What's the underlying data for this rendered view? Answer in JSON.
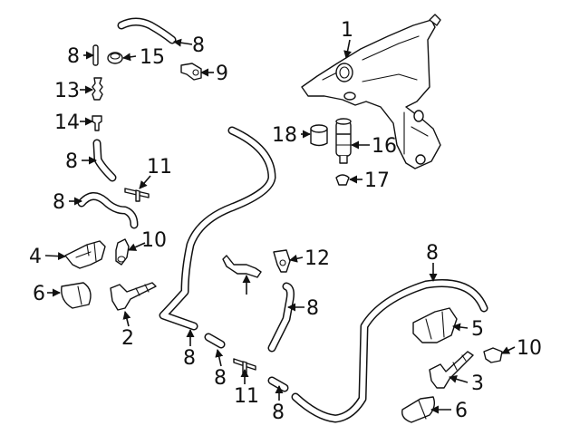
{
  "callouts": {
    "c1": "1",
    "c2": "2",
    "c3": "3",
    "c4": "4",
    "c5": "5",
    "c6": "6",
    "c6b": "6",
    "c8a": "8",
    "c8b": "8",
    "c8c": "8",
    "c8d": "8",
    "c8e": "8",
    "c8f": "8",
    "c8g": "8",
    "c8h": "8",
    "c8i": "8",
    "c9": "9",
    "c10a": "10",
    "c10b": "10",
    "c11a": "11",
    "c11b": "11",
    "c12": "12",
    "c13": "13",
    "c14": "14",
    "c15": "15",
    "c16": "16",
    "c17": "17",
    "c18": "18"
  },
  "colors": {
    "line": "#111111",
    "background": "#ffffff"
  }
}
